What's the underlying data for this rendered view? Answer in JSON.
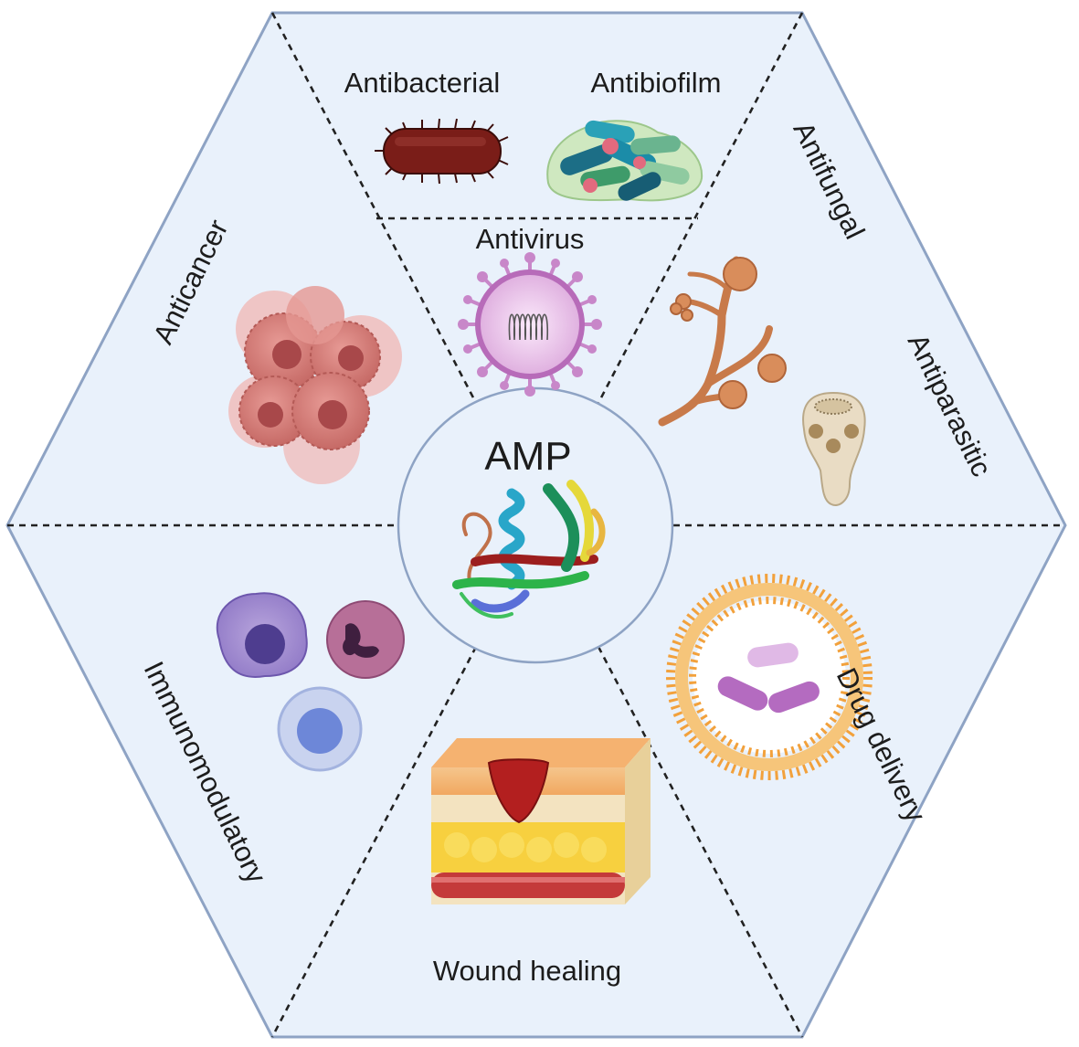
{
  "center": {
    "label": "AMP"
  },
  "segments": {
    "antibacterial": "Antibacterial",
    "antibiofilm": "Antibiofilm",
    "antivirus": "Antivirus",
    "antifungal": "Antifungal",
    "antiparasitic": "Antiparasitic",
    "drug_delivery": "Drug delivery",
    "wound_healing": "Wound healing",
    "immunomodulatory": "Immunomodulatory",
    "anticancer": "Anticancer"
  },
  "colors": {
    "background": "#e9f1fb",
    "outline": "#8ea3c4",
    "divider": "#222222",
    "bacterium": "#7a1d18",
    "virus": "#c887c9",
    "fungus": "#c87a4a",
    "cancer_cell": "#d98080",
    "liposome": "#f2a13c",
    "capsule": "#b46bc0"
  }
}
